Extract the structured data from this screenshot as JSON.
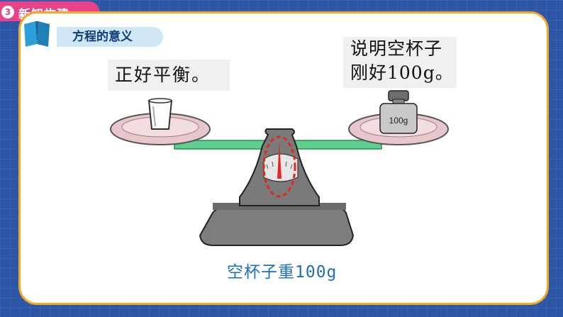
{
  "header": {
    "section_number": "3",
    "section_title": "新知构建",
    "subtitle": "方程的意义"
  },
  "bubbles": {
    "left": "正好平衡。",
    "right_line1": "说明空杯子",
    "right_line2": "刚好100g。"
  },
  "weight_label": "100g",
  "caption": "空杯子重100g",
  "colors": {
    "background": "#2d57a6",
    "card_border": "#f5a623",
    "section_tag": "#e8438a",
    "subtitle_bar": "#cfe6f5",
    "beam": "#5fcf8e",
    "pan": "#e8c7cc",
    "caption": "#1e6fb5"
  }
}
